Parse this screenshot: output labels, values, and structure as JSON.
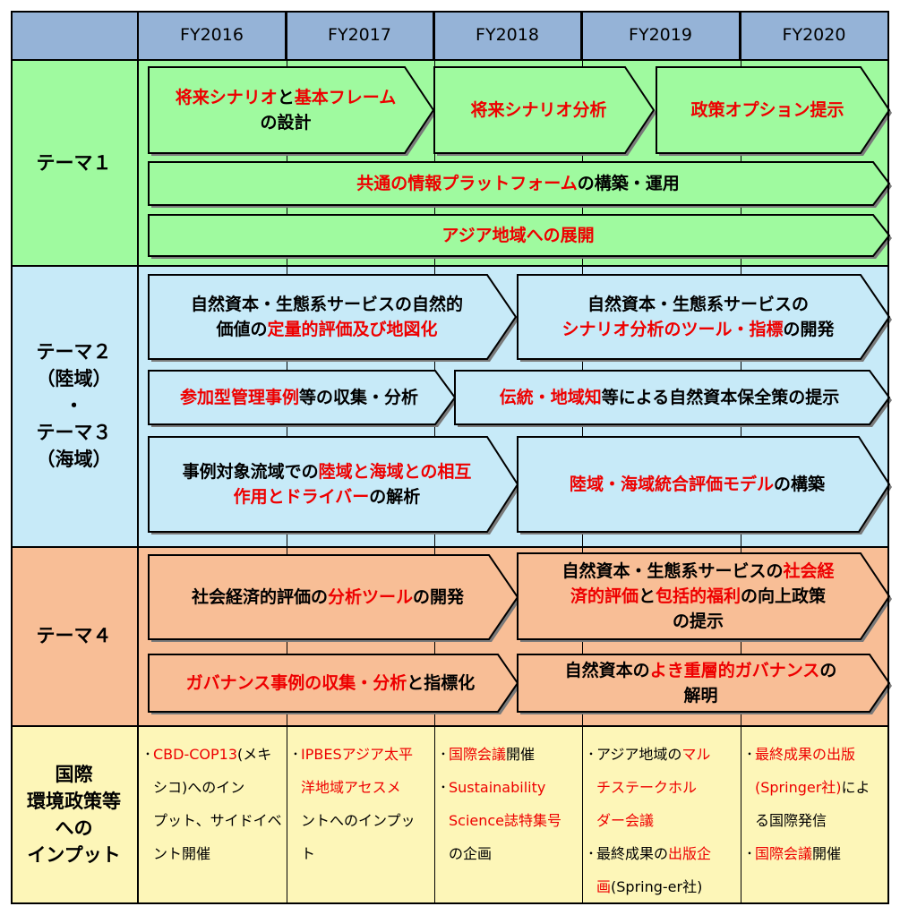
{
  "years": [
    "FY2016",
    "FY2017",
    "FY2018",
    "FY2019",
    "FY2020"
  ],
  "rows": [
    {
      "id": "theme1",
      "label": "テーマ１"
    },
    {
      "id": "theme23",
      "label": "テーマ２\n（陸域）\n・\nテーマ３\n（海域）"
    },
    {
      "id": "theme4",
      "label": "テーマ４"
    },
    {
      "id": "input",
      "label": "国際\n環境政策等\nへの\nインプット"
    }
  ],
  "activities": [
    {
      "id": "scenario-framework",
      "lines": [
        [
          {
            "t": "将来シナリオ",
            "red": true
          },
          {
            "t": "と"
          },
          {
            "t": "基本フレーム",
            "red": true
          }
        ],
        [
          {
            "t": "の設計"
          }
        ]
      ]
    },
    {
      "id": "scenario-analysis",
      "lines": [
        [
          {
            "t": "将来シナリオ分析",
            "red": true
          }
        ]
      ]
    },
    {
      "id": "policy-options",
      "lines": [
        [
          {
            "t": "政策オプション提示",
            "red": true
          }
        ]
      ]
    },
    {
      "id": "info-platform",
      "lines": [
        [
          {
            "t": "共通の情報プラットフォーム",
            "red": true
          },
          {
            "t": "の構築・運用"
          }
        ]
      ]
    },
    {
      "id": "asia-expansion",
      "lines": [
        [
          {
            "t": "アジア地域への展開",
            "red": true
          }
        ]
      ]
    },
    {
      "id": "quantitative-eval",
      "lines": [
        [
          {
            "t": "自然資本・生態系サービスの自然的"
          }
        ],
        [
          {
            "t": "価値の"
          },
          {
            "t": "定量的評価及び地図化",
            "red": true
          }
        ]
      ]
    },
    {
      "id": "scenario-tools",
      "lines": [
        [
          {
            "t": "自然資本・生態系サービスの"
          }
        ],
        [
          {
            "t": "シナリオ分析のツール・指標",
            "red": true
          },
          {
            "t": "の開発"
          }
        ]
      ]
    },
    {
      "id": "participatory-cases",
      "lines": [
        [
          {
            "t": "参加型管理事例",
            "red": true
          },
          {
            "t": "等の収集・分析"
          }
        ]
      ]
    },
    {
      "id": "traditional-knowledge",
      "lines": [
        [
          {
            "t": "伝統・地域知",
            "red": true
          },
          {
            "t": "等による自然資本保全策の提示"
          }
        ]
      ]
    },
    {
      "id": "land-sea-interaction",
      "lines": [
        [
          {
            "t": "事例対象流域での"
          },
          {
            "t": "陸域と海域との相互",
            "red": true
          }
        ],
        [
          {
            "t": "作用とドライバー",
            "red": true
          },
          {
            "t": "の解析"
          }
        ]
      ]
    },
    {
      "id": "integrated-model",
      "lines": [
        [
          {
            "t": "陸域・海域統合評価モデル",
            "red": true
          },
          {
            "t": "の構築"
          }
        ]
      ]
    },
    {
      "id": "socio-tools",
      "lines": [
        [
          {
            "t": "社会経済的評価の"
          },
          {
            "t": "分析ツール",
            "red": true
          },
          {
            "t": "の開発"
          }
        ]
      ]
    },
    {
      "id": "socio-eval-policy",
      "lines": [
        [
          {
            "t": "自然資本・生態系サービスの"
          },
          {
            "t": "社会経",
            "red": true
          }
        ],
        [
          {
            "t": "済的評価",
            "red": true
          },
          {
            "t": "と"
          },
          {
            "t": "包括的福利",
            "red": true
          },
          {
            "t": "の向上政策"
          }
        ],
        [
          {
            "t": "の提示"
          }
        ]
      ]
    },
    {
      "id": "governance-cases",
      "lines": [
        [
          {
            "t": "ガバナンス事例の収集・分析",
            "red": true
          },
          {
            "t": "と指標化"
          }
        ]
      ]
    },
    {
      "id": "multilayer-governance",
      "lines": [
        [
          {
            "t": "自然資本の"
          },
          {
            "t": "よき重層的ガバナンス",
            "red": true
          },
          {
            "t": "の"
          }
        ],
        [
          {
            "t": "解明"
          }
        ]
      ]
    }
  ],
  "inputs": [
    {
      "col": "FY2016",
      "items": [
        [
          [
            {
              "t": "CBD-COP13",
              "red": true
            },
            {
              "t": "(メキ"
            }
          ],
          [
            {
              "t": "シコ)へのイン"
            }
          ],
          [
            {
              "t": "プット、サイドイベ"
            }
          ],
          [
            {
              "t": "ント開催"
            }
          ]
        ]
      ]
    },
    {
      "col": "FY2017",
      "items": [
        [
          [
            {
              "t": "IPBESアジア太平",
              "red": true
            }
          ],
          [
            {
              "t": "洋地域アセスメ",
              "red": true
            }
          ],
          [
            {
              "t": "ント"
            },
            {
              "t": "へのインプッ"
            }
          ],
          [
            {
              "t": "ト"
            }
          ]
        ]
      ]
    },
    {
      "col": "FY2018",
      "items": [
        [
          [
            {
              "t": "国際会議",
              "red": true
            },
            {
              "t": "開催"
            }
          ]
        ],
        [
          [
            {
              "t": "Sustainability",
              "red": true
            }
          ],
          [
            {
              "t": "Science誌特集号",
              "red": true
            }
          ],
          [
            {
              "t": "の企画"
            }
          ]
        ]
      ]
    },
    {
      "col": "FY2019",
      "items": [
        [
          [
            {
              "t": "アジア地域の"
            },
            {
              "t": "マル",
              "red": true
            }
          ],
          [
            {
              "t": "チステークホル",
              "red": true
            }
          ],
          [
            {
              "t": "ダー会議",
              "red": true
            }
          ]
        ],
        [
          [
            {
              "t": "最終成果の"
            },
            {
              "t": "出版企",
              "red": true
            }
          ],
          [
            {
              "t": "画",
              "red": true
            },
            {
              "t": "(Spring-er社)"
            }
          ]
        ]
      ]
    },
    {
      "col": "FY2020",
      "items": [
        [
          [
            {
              "t": "最終成果の出版",
              "red": true
            }
          ],
          [
            {
              "t": "(Springer社)",
              "red": true
            },
            {
              "t": "によ"
            }
          ],
          [
            {
              "t": "る国際発信"
            }
          ]
        ],
        [
          [
            {
              "t": "国際会議",
              "red": true
            },
            {
              "t": "開催"
            }
          ]
        ]
      ]
    }
  ],
  "colors": {
    "header": "#95b3d7",
    "theme1": "#9ffa9f",
    "theme23": "#c7eaf8",
    "theme4": "#f8be96",
    "input": "#fdf6b8",
    "emphasis": "#ee0000"
  }
}
